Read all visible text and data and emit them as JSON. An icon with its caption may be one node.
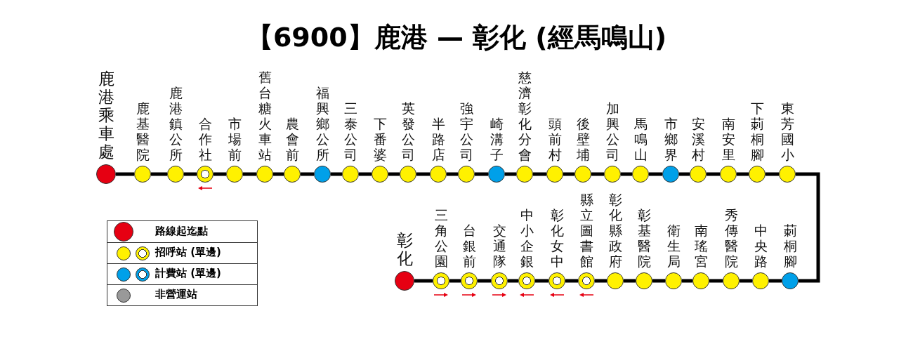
{
  "diagram": {
    "title": "【6900】鹿港 — 彰化 (經馬鳴山)",
    "nodes": [
      {
        "text": [
          "鹿港乘車處"
        ]
      },
      {
        "text": [
          "鹿基醫院"
        ]
      },
      {
        "text": [
          "鹿港鎮公所"
        ]
      },
      {
        "text": [
          "合作社"
        ]
      },
      {
        "text": [
          "市場前"
        ]
      },
      {
        "text": [
          "舊台糖火車站"
        ]
      },
      {
        "text": [
          "農會前"
        ]
      },
      {
        "text": [
          "福興鄉公所"
        ]
      },
      {
        "text": [
          "三泰公司"
        ]
      },
      {
        "text": [
          "下番婆"
        ]
      },
      {
        "text": [
          "英發公司"
        ]
      },
      {
        "text": [
          "半路店"
        ]
      },
      {
        "text": [
          "強宇公司"
        ]
      },
      {
        "text": [
          "崎溝子"
        ]
      },
      {
        "text": [
          "慈濟彰化分會"
        ]
      },
      {
        "text": [
          "頭前村"
        ]
      },
      {
        "text": [
          "後壁埔"
        ]
      },
      {
        "text": [
          "加興公司"
        ]
      },
      {
        "text": [
          "馬鳴山"
        ]
      },
      {
        "text": [
          "市鄉界"
        ]
      },
      {
        "text": [
          "安溪村"
        ]
      },
      {
        "text": [
          "南安里"
        ]
      },
      {
        "text": [
          "下莿桐腳"
        ]
      },
      {
        "text": [
          "東芳國小"
        ]
      },
      {
        "text": [
          "彰化"
        ]
      },
      {
        "text": [
          "三角公園"
        ]
      },
      {
        "text": [
          "台銀前"
        ]
      },
      {
        "text": [
          "交通隊"
        ]
      },
      {
        "text": [
          "中小企銀"
        ]
      },
      {
        "text": [
          "彰化女中"
        ]
      },
      {
        "text": [
          "縣立圖書館"
        ]
      },
      {
        "text": [
          "彰化縣政府"
        ]
      },
      {
        "text": [
          "彰基醫院"
        ]
      },
      {
        "text": [
          "衛生局"
        ]
      },
      {
        "text": [
          "南瑤宮"
        ]
      },
      {
        "text": [
          "秀傳醫院"
        ]
      },
      {
        "text": [
          "中央路"
        ]
      },
      {
        "text": [
          "莿桐腳"
        ]
      }
    ],
    "edges": [
      {
        "from": 0,
        "to": 1,
        "arrow": "none"
      },
      {
        "from": 1,
        "to": 2,
        "arrow": "none"
      },
      {
        "from": 2,
        "to": 3,
        "arrow": "none"
      },
      {
        "from": 3,
        "to": 4,
        "arrow": "none"
      },
      {
        "from": 4,
        "to": 5,
        "arrow": "none"
      },
      {
        "from": 5,
        "to": 6,
        "arrow": "none"
      },
      {
        "from": 6,
        "to": 7,
        "arrow": "none"
      },
      {
        "from": 7,
        "to": 8,
        "arrow": "none"
      },
      {
        "from": 8,
        "to": 9,
        "arrow": "none"
      },
      {
        "from": 9,
        "to": 10,
        "arrow": "none"
      },
      {
        "from": 10,
        "to": 11,
        "arrow": "none"
      },
      {
        "from": 11,
        "to": 12,
        "arrow": "none"
      },
      {
        "from": 12,
        "to": 13,
        "arrow": "none"
      },
      {
        "from": 13,
        "to": 14,
        "arrow": "none"
      },
      {
        "from": 14,
        "to": 15,
        "arrow": "none"
      },
      {
        "from": 15,
        "to": 16,
        "arrow": "none"
      },
      {
        "from": 16,
        "to": 17,
        "arrow": "none"
      },
      {
        "from": 17,
        "to": 18,
        "arrow": "none"
      },
      {
        "from": 18,
        "to": 19,
        "arrow": "none"
      },
      {
        "from": 19,
        "to": 20,
        "arrow": "none"
      },
      {
        "from": 20,
        "to": 21,
        "arrow": "none"
      },
      {
        "from": 21,
        "to": 22,
        "arrow": "none"
      },
      {
        "from": 22,
        "to": 23,
        "arrow": "none"
      },
      {
        "from": 23,
        "to": 37,
        "arrow": "none"
      },
      {
        "from": 37,
        "to": 36,
        "arrow": "none"
      },
      {
        "from": 36,
        "to": 35,
        "arrow": "none"
      },
      {
        "from": 35,
        "to": 34,
        "arrow": "none"
      },
      {
        "from": 34,
        "to": 33,
        "arrow": "none"
      },
      {
        "from": 33,
        "to": 32,
        "arrow": "none"
      },
      {
        "from": 32,
        "to": 31,
        "arrow": "none"
      },
      {
        "from": 31,
        "to": 30,
        "arrow": "none"
      },
      {
        "from": 30,
        "to": 29,
        "arrow": "none"
      },
      {
        "from": 29,
        "to": 28,
        "arrow": "none"
      },
      {
        "from": 28,
        "to": 27,
        "arrow": "none"
      },
      {
        "from": 27,
        "to": 26,
        "arrow": "none"
      },
      {
        "from": 26,
        "to": 25,
        "arrow": "none"
      },
      {
        "from": 25,
        "to": 24,
        "arrow": "none"
      }
    ],
    "legend": [
      {
        "text": "路線起迄點",
        "color": "#e60012"
      },
      {
        "text": "招呼站 (單邊)",
        "color": "#fff100"
      },
      {
        "text": "計費站 (單邊)",
        "color": "#00a0e9"
      },
      {
        "text": "非營運站",
        "color": "#999999"
      }
    ]
  }
}
